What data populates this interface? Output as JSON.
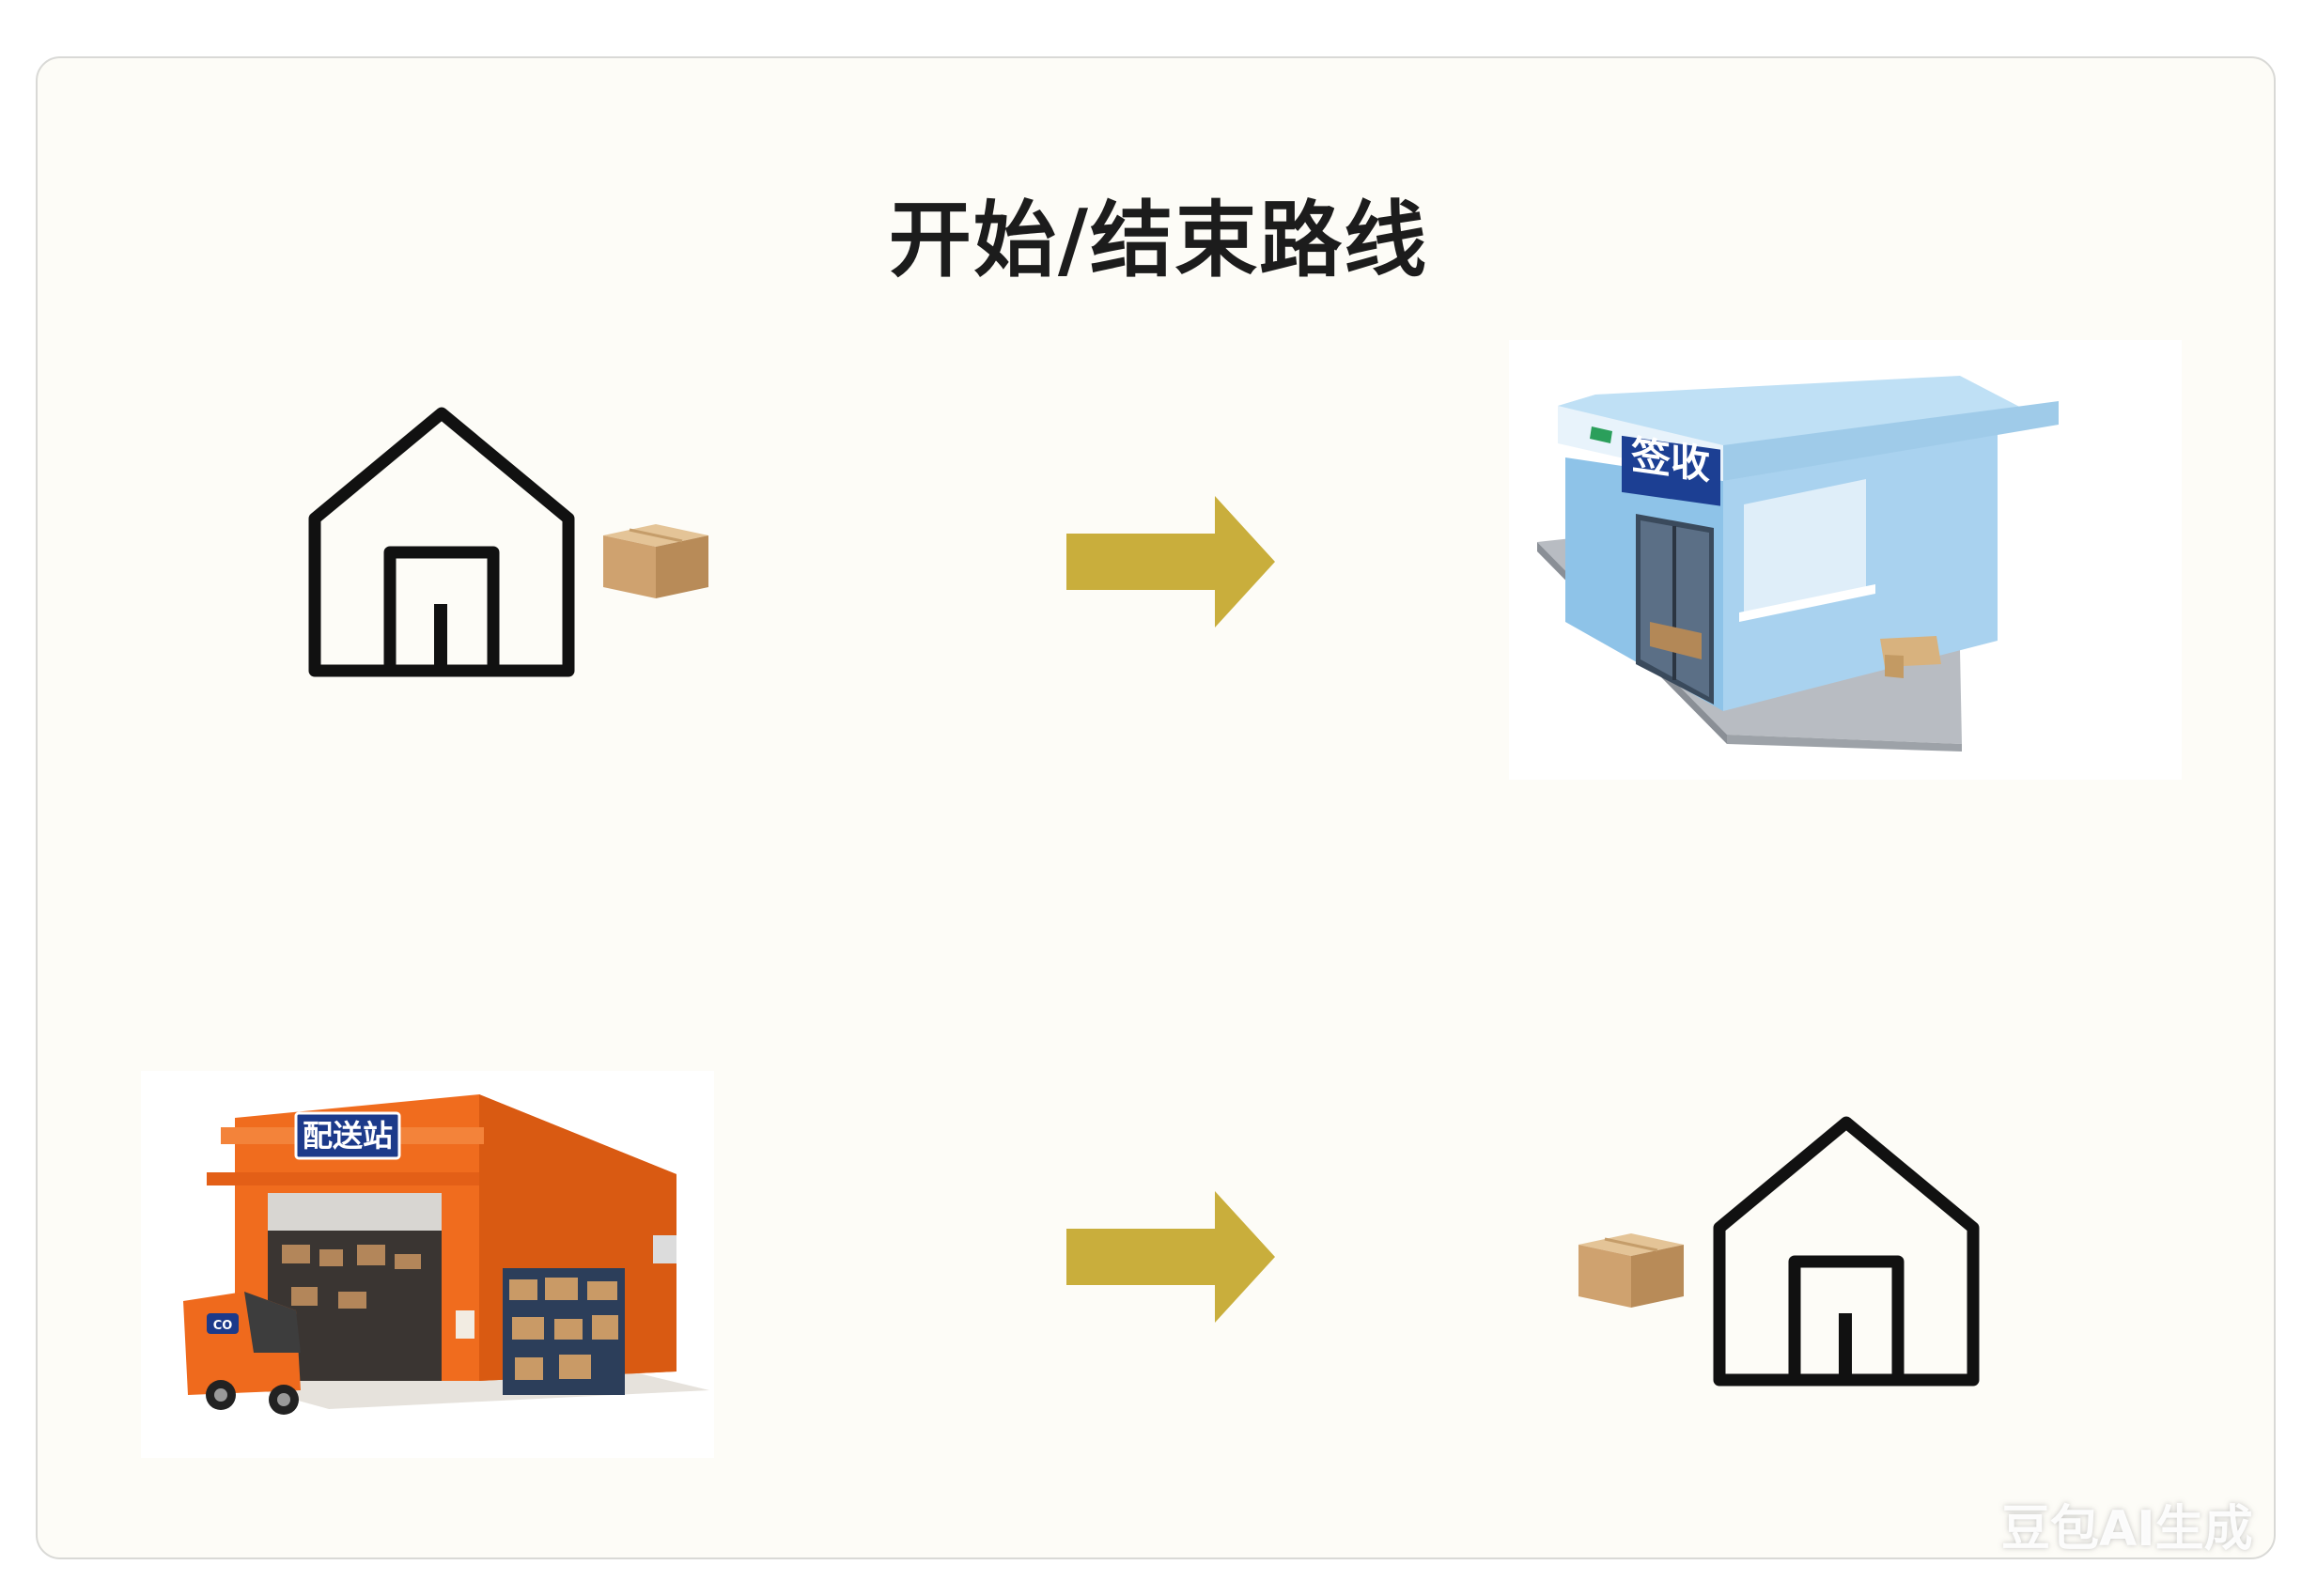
{
  "title": "开始/结束路线",
  "colors": {
    "background": "#fdfcf7",
    "arrow": "#c9ae3c",
    "house_outline": "#111111",
    "box": "#d2a877",
    "pickup_station": "#a9d2ef",
    "pickup_sign": "#1c3f93",
    "delivery_station": "#f06c1e"
  },
  "routes": [
    {
      "start": {
        "icon": "house-with-package-icon"
      },
      "arrow_icon": "arrow-right-icon",
      "end": {
        "icon": "pickup-station-building",
        "sign_text": "签收"
      }
    },
    {
      "start": {
        "icon": "delivery-station-building",
        "sign_text": "配送站",
        "vehicle_badge": "CO"
      },
      "arrow_icon": "arrow-right-icon",
      "end": {
        "icon": "house-with-package-icon"
      }
    }
  ],
  "watermark": "豆包AI生成"
}
